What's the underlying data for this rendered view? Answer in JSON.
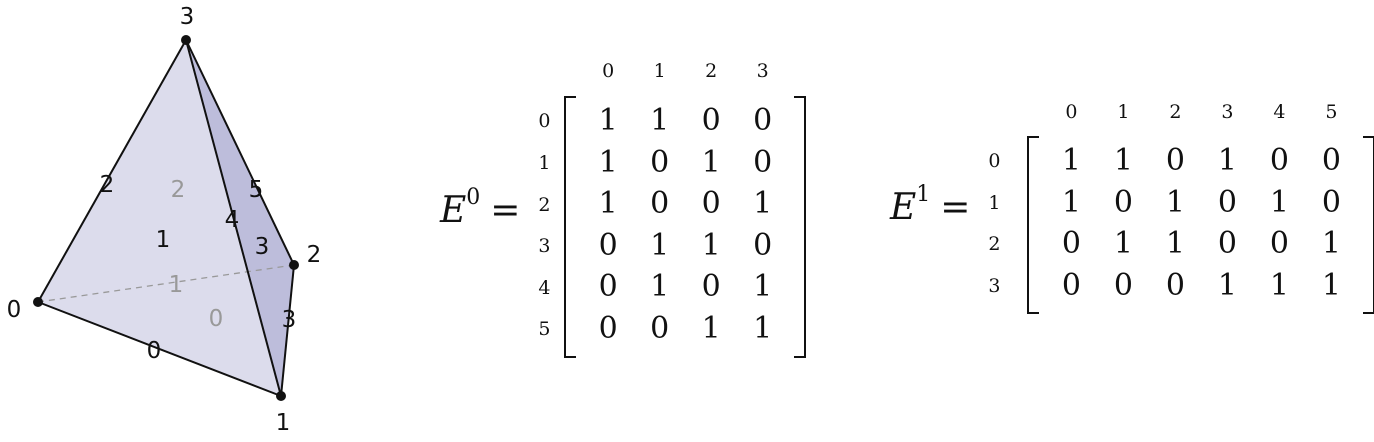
{
  "diagram": {
    "vertices": [
      "0",
      "1",
      "2",
      "3"
    ],
    "edges": [
      "0",
      "1",
      "2",
      "3",
      "4",
      "5"
    ],
    "faces": [
      "0",
      "1",
      "2",
      "3"
    ]
  },
  "matrices": [
    {
      "name": "E",
      "superscript": "0",
      "equals": "=",
      "col_headers": [
        "0",
        "1",
        "2",
        "3"
      ],
      "row_headers": [
        "0",
        "1",
        "2",
        "3",
        "4",
        "5"
      ],
      "rows": [
        [
          "1",
          "1",
          "0",
          "0"
        ],
        [
          "1",
          "0",
          "1",
          "0"
        ],
        [
          "1",
          "0",
          "0",
          "1"
        ],
        [
          "0",
          "1",
          "1",
          "0"
        ],
        [
          "0",
          "1",
          "0",
          "1"
        ],
        [
          "0",
          "0",
          "1",
          "1"
        ]
      ]
    },
    {
      "name": "E",
      "superscript": "1",
      "equals": "=",
      "col_headers": [
        "0",
        "1",
        "2",
        "3",
        "4",
        "5"
      ],
      "row_headers": [
        "0",
        "1",
        "2",
        "3"
      ],
      "rows": [
        [
          "1",
          "1",
          "0",
          "1",
          "0",
          "0"
        ],
        [
          "1",
          "0",
          "1",
          "0",
          "1",
          "0"
        ],
        [
          "0",
          "1",
          "1",
          "0",
          "0",
          "1"
        ],
        [
          "0",
          "0",
          "0",
          "1",
          "1",
          "1"
        ]
      ]
    }
  ]
}
